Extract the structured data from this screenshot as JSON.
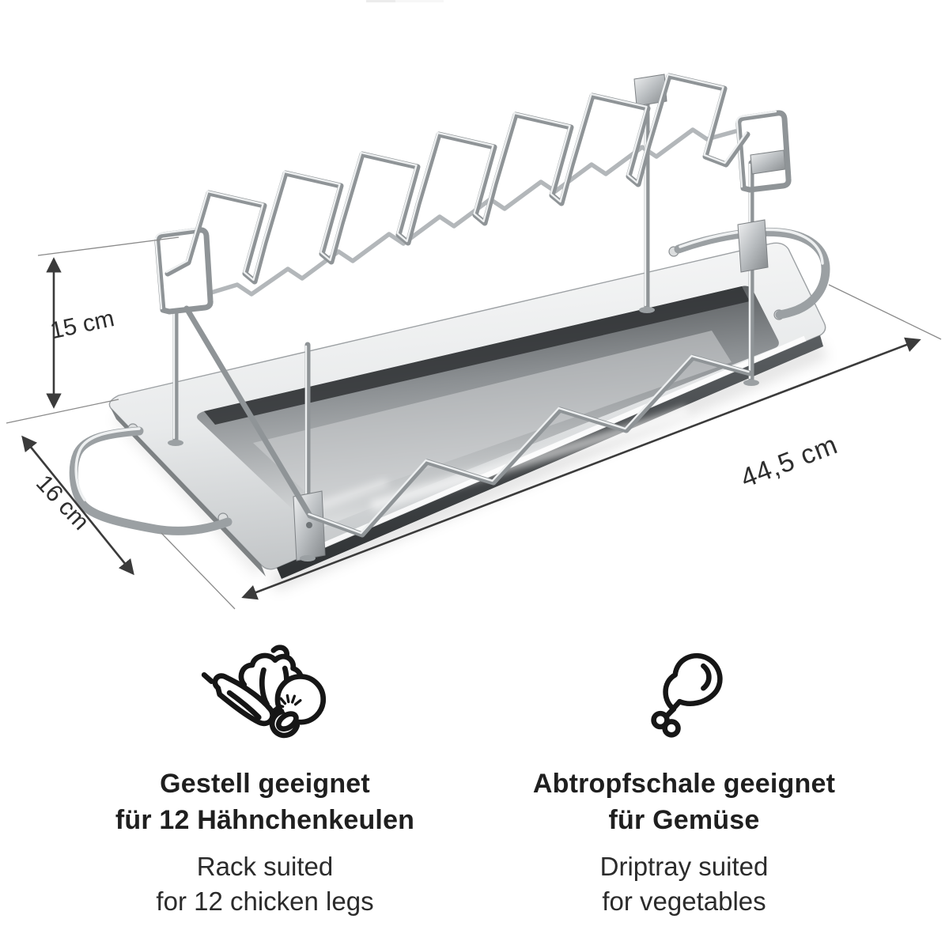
{
  "annotations": {
    "height": "15 cm",
    "depth": "16 cm",
    "length": "44,5 cm"
  },
  "features": {
    "left": {
      "icon": "vegetables-icon",
      "title_de": [
        "Gestell geeignet",
        "für 12 Hähnchenkeulen"
      ],
      "subtitle_en": [
        "Rack suited",
        "for 12 chicken legs"
      ]
    },
    "right": {
      "icon": "chicken-leg-icon",
      "title_de": [
        "Abtropfschale geeignet",
        "für Gemüse"
      ],
      "subtitle_en": [
        "Driptray suited",
        "for vegetables"
      ]
    }
  },
  "colors": {
    "background": "#ffffff",
    "dimension_line": "#3b3b3b",
    "text_primary": "#1f1f1f",
    "icon_stroke": "#161616",
    "steel_light": "#f2f3f4",
    "steel_mid": "#a9adb0",
    "steel_dark": "#4b4f52",
    "top_artifact_gray": "#ececec"
  }
}
